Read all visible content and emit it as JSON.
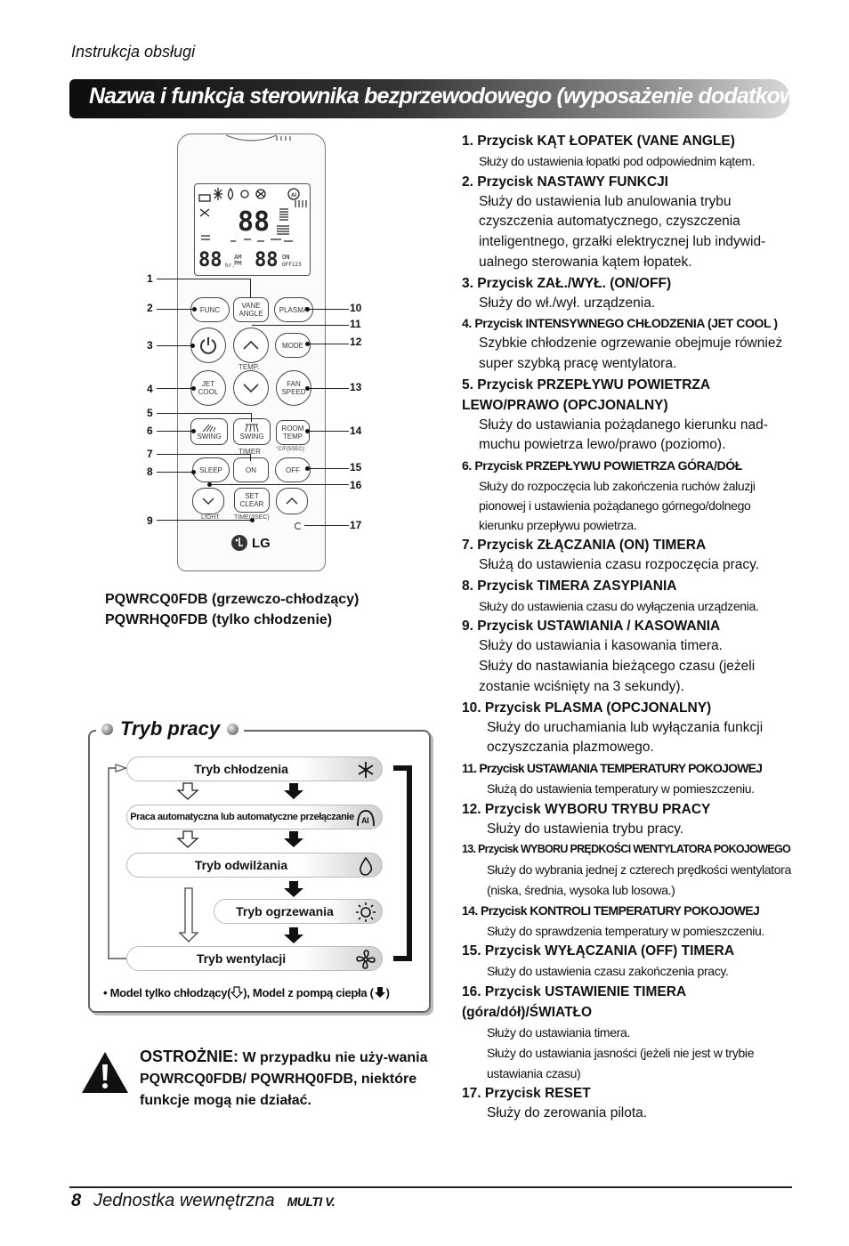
{
  "header": {
    "doc_label": "Instrukcja obsługi"
  },
  "title": "Nazwa i funkcja sterownika bezprzewodowego (wyposażenie dodatkowe)",
  "remote": {
    "buttons": {
      "func": "FUNC",
      "vane_angle_1": "VANE",
      "vane_angle_2": "ANGLE",
      "plasma": "PLASMA",
      "mode": "MODE",
      "jet_cool_1": "JET",
      "jet_cool_2": "COOL",
      "fan_speed_1": "FAN",
      "fan_speed_2": "SPEED",
      "swing": "SWING",
      "room_temp_1": "ROOM",
      "room_temp_2": "TEMP",
      "sleep": "SLEEP",
      "on": "ON",
      "off": "OFF",
      "set_clear_1": "SET",
      "set_clear_2": "CLEAR",
      "lg": "LG"
    },
    "labels": {
      "temp": "TEMP.",
      "timer": "TIMER",
      "cf": "°C/F(5SEC)",
      "light": "LIGHT",
      "time": "TIME(3SEC)"
    },
    "lcd": {
      "am": "AM",
      "pm": "PM",
      "hr": "hr.",
      "on": "ON",
      "off": "OFF123"
    },
    "callouts": [
      "1",
      "2",
      "3",
      "4",
      "5",
      "6",
      "7",
      "8",
      "9",
      "10",
      "11",
      "12",
      "13",
      "14",
      "15",
      "16",
      "17"
    ]
  },
  "models": {
    "line1": "PQWRCQ0FDB (grzewczo-chłodzący)",
    "line2": "PQWRHQ0FDB (tylko chłodzenie)"
  },
  "mode_box": {
    "title": "Tryb pracy",
    "modes": [
      "Tryb chłodzenia",
      "Praca automatyczna lub automatyczne przełączanie",
      "Tryb odwilżania",
      "Tryb ogrzewania",
      "Tryb wentylacji"
    ],
    "footnote_a": "• Model tylko chłodzący(",
    "footnote_b": "), Model z pompą ciepła (",
    "footnote_c": ")"
  },
  "caution": {
    "heading": "OSTROŻNIE:",
    "text": " W przypadku nie uży-wania PQWRCQ0FDB/ PQWRHQ0FDB, niektóre funkcje mogą nie działać."
  },
  "items": [
    {
      "title": "1. Przycisk KĄT ŁOPATEK (VANE ANGLE)",
      "desc": [
        "Służy do ustawienia łopatki pod odpowiednim kątem."
      ]
    },
    {
      "title": "2. Przycisk NASTAWY FUNKCJI",
      "desc": [
        "Służy do ustawienia lub anulowania trybu czyszczenia automatycznego, czyszczenia inteligentnego, grzałki elektrycznej lub indywid-ualnego sterowania kątem łopatek."
      ]
    },
    {
      "title": "3. Przycisk ZAŁ./WYŁ. (ON/OFF)",
      "desc": [
        "Służy do wł./wył. urządzenia."
      ]
    },
    {
      "title": "4. Przycisk INTENSYWNEGO CHŁODZENIA (JET COOL )",
      "desc": [
        "Szybkie chłodzenie ogrzewanie obejmuje również super szybką pracę wentylatora."
      ]
    },
    {
      "title": "5. Przycisk PRZEPŁYWU POWIETRZA LEWO/PRAWO (OPCJONALNY)",
      "desc": [
        "Służy do ustawiania pożądanego kierunku nad-muchu powietrza lewo/prawo (poziomo)."
      ]
    },
    {
      "title": "6. Przycisk PRZEPŁYWU POWIETRZA GÓRA/DÓŁ",
      "desc": [
        "Służy do rozpoczęcia lub zakończenia ruchów żaluzji pionowej i ustawienia pożądanego górnego/dolnego kierunku przepływu powietrza."
      ]
    },
    {
      "title": "7. Przycisk ZŁĄCZANIA (ON) TIMERA",
      "desc": [
        "Służą do ustawienia czasu rozpoczęcia pracy."
      ]
    },
    {
      "title": "8. Przycisk TIMERA ZASYPIANIA",
      "desc": [
        "Służy do ustawienia czasu do wyłączenia urządzenia."
      ]
    },
    {
      "title": "9. Przycisk USTAWIANIA / KASOWANIA",
      "desc": [
        "Służy do ustawiania i kasowania timera.",
        "Służy do nastawiania bieżącego czasu (jeżeli zostanie wciśnięty na 3 sekundy)."
      ]
    },
    {
      "title": "10. Przycisk PLASMA (OPCJONALNY)",
      "desc": [
        "Służy do uruchamiania lub wyłączania funkcji oczyszczania plazmowego."
      ]
    },
    {
      "title": "11. Przycisk USTAWIANIA TEMPERATURY POKOJOWEJ",
      "desc": [
        "Służą do ustawienia temperatury w pomieszczeniu."
      ]
    },
    {
      "title": "12. Przycisk WYBORU TRYBU PRACY",
      "desc": [
        "Służy do ustawienia trybu pracy."
      ]
    },
    {
      "title": "13. Przycisk WYBORU PRĘDKOŚCI WENTYLATORA POKOJOWEGO",
      "desc": [
        "Służy do wybrania jednej z czterech prędkości wentylatora (niska, średnia, wysoka lub losowa.)"
      ]
    },
    {
      "title": "14. Przycisk KONTROLI TEMPERATURY POKOJOWEJ",
      "desc": [
        "Służy do sprawdzenia temperatury w pomieszczeniu."
      ]
    },
    {
      "title": "15. Przycisk WYŁĄCZANIA (OFF) TIMERA",
      "desc": [
        "Służy do ustawienia czasu zakończenia pracy."
      ]
    },
    {
      "title": "16. Przycisk USTAWIENIE TIMERA (góra/dół)/ŚWIATŁO",
      "desc": [
        "Służy do ustawiania timera.",
        "Służy do ustawiania jasności (jeżeli nie jest w trybie ustawiania czasu)"
      ]
    },
    {
      "title": "17. Przycisk RESET",
      "desc": [
        "Służy do zerowania pilota."
      ]
    }
  ],
  "footer": {
    "page": "8",
    "text": "Jednostka wewnętrzna",
    "brand": "MULTI V."
  }
}
